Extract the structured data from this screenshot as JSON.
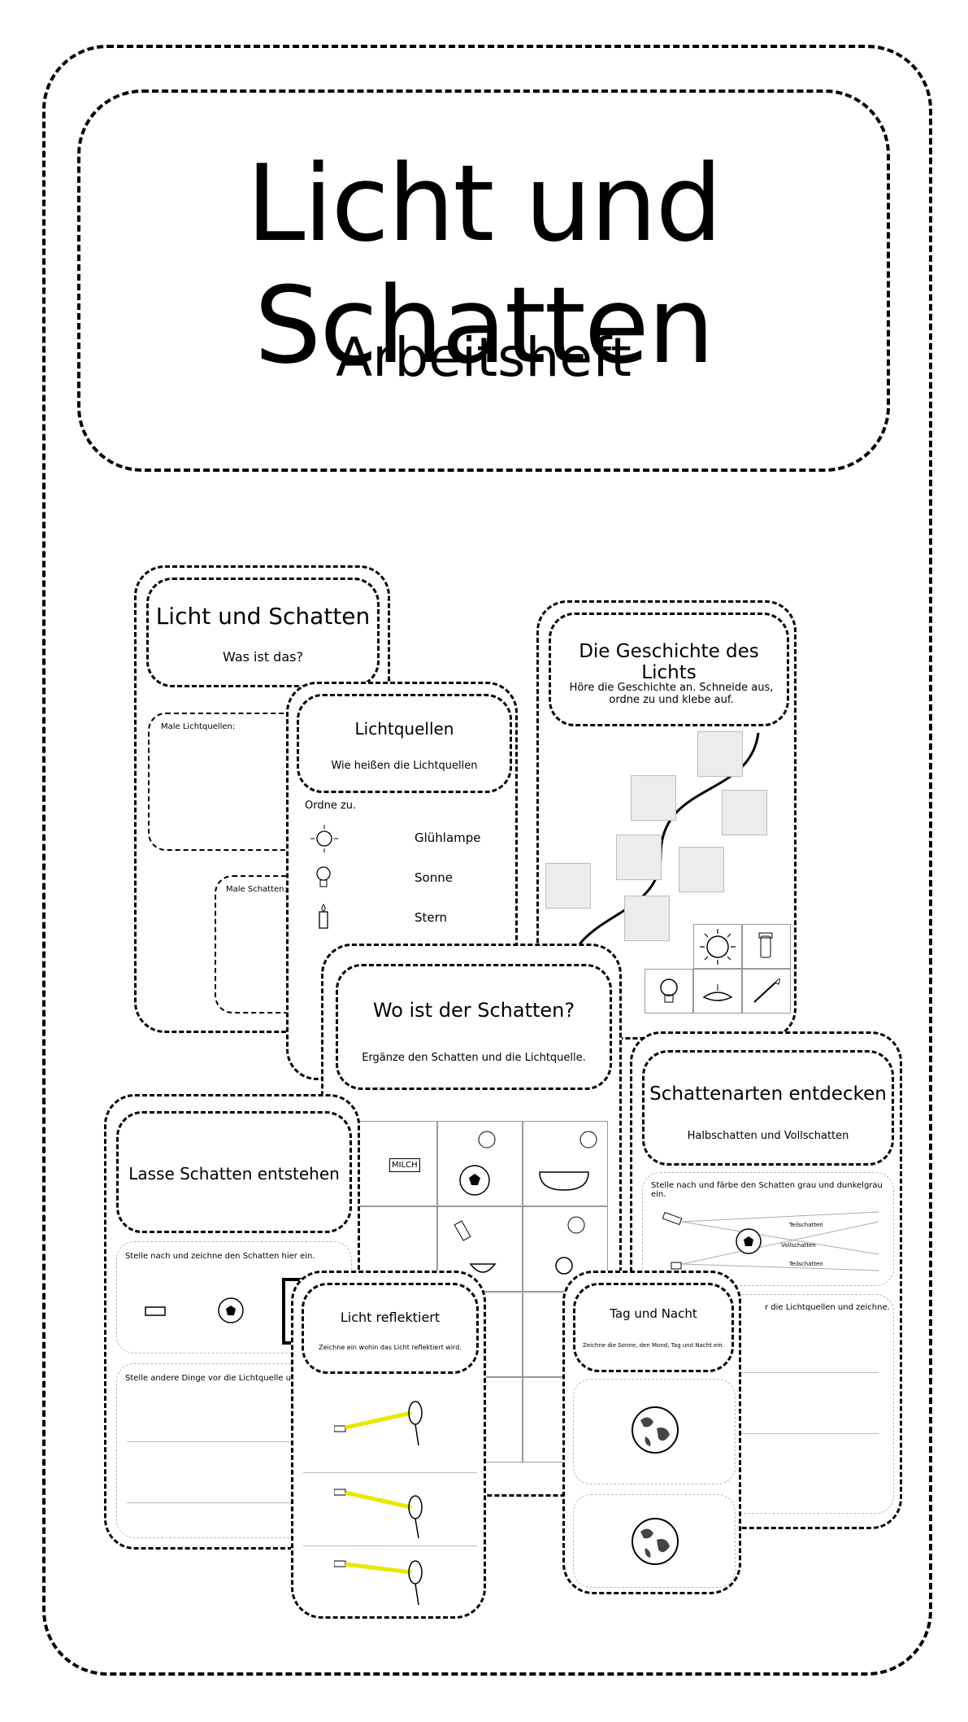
{
  "cover": {
    "title": "Licht und Schatten",
    "subtitle": "Arbeitsheft"
  },
  "cards": {
    "licht_schatten": {
      "title": "Licht und Schatten",
      "subtitle": "Was ist das?",
      "box1_label": "Male Lichtquellen:",
      "box2_label": "Male Schatten:"
    },
    "lichtquellen": {
      "title": "Lichtquellen",
      "subtitle": "Wie heißen die Lichtquellen",
      "instruction": "Ordne zu.",
      "items": [
        "Glühlampe",
        "Sonne",
        "Stern"
      ]
    },
    "geschichte": {
      "title": "Die Geschichte des Lichts",
      "subtitle": "Höre die Geschichte an. Schneide aus, ordne zu und klebe auf."
    },
    "wo_schatten": {
      "title": "Wo ist der Schatten?",
      "subtitle": "Ergänze den Schatten und die Lichtquelle."
    },
    "schattenarten": {
      "title": "Schattenarten entdecken",
      "subtitle": "Halbschatten und Vollschatten",
      "instruction": "Stelle nach und färbe den Schatten grau und dunkelgrau ein.",
      "label_teil1": "Teilschatten",
      "label_voll": "Vollschatten",
      "label_teil2": "Teilschatten",
      "instruction2": "r die Lichtquellen und zeichne."
    },
    "lasse": {
      "title": "Lasse Schatten entstehen",
      "instruction1": "Stelle nach und zeichne den Schatten hier ein.",
      "instruction2": "Stelle andere Dinge vor die Lichtquelle un"
    },
    "reflektiert": {
      "title": "Licht reflektiert",
      "subtitle": "Zeichne ein wohin das Licht reflektiert wird."
    },
    "tag_nacht": {
      "title": "Tag und Nacht",
      "subtitle": "Zeichne die Sonne, den Mond, Tag und Nacht ein."
    },
    "milk_label": "MILCH"
  },
  "colors": {
    "ink": "#000000",
    "beam": "#e8e800",
    "placeholder_grey": "#ececec"
  }
}
